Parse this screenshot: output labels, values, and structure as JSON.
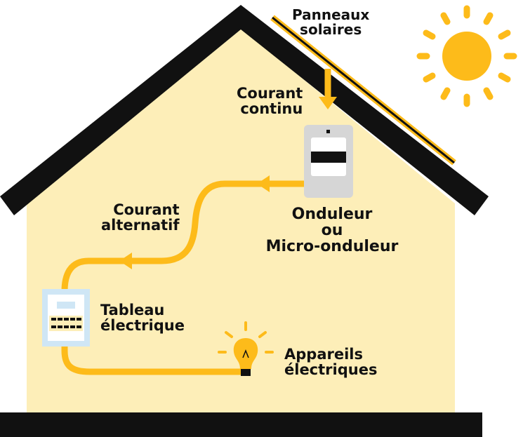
{
  "labels": {
    "panels": [
      "Panneaux",
      "solaires"
    ],
    "dc": [
      "Courant",
      "continu"
    ],
    "ac": [
      "Courant",
      "alternatif"
    ],
    "inverter": [
      "Onduleur",
      "ou",
      "Micro-onduleur"
    ],
    "board": [
      "Tableau",
      "électrique"
    ],
    "appliances": [
      "Appareils",
      "électriques"
    ]
  },
  "colors": {
    "wall": "#fdeeb8",
    "roof": "#111111",
    "accent": "#fdbb1a",
    "inverter_body": "#d6d6d6",
    "board_frame": "#cfe6f5",
    "ground": "#111111"
  },
  "icons": [
    "sun-icon",
    "solar-panel-icon",
    "inverter-icon",
    "electrical-panel-icon",
    "light-bulb-icon"
  ]
}
